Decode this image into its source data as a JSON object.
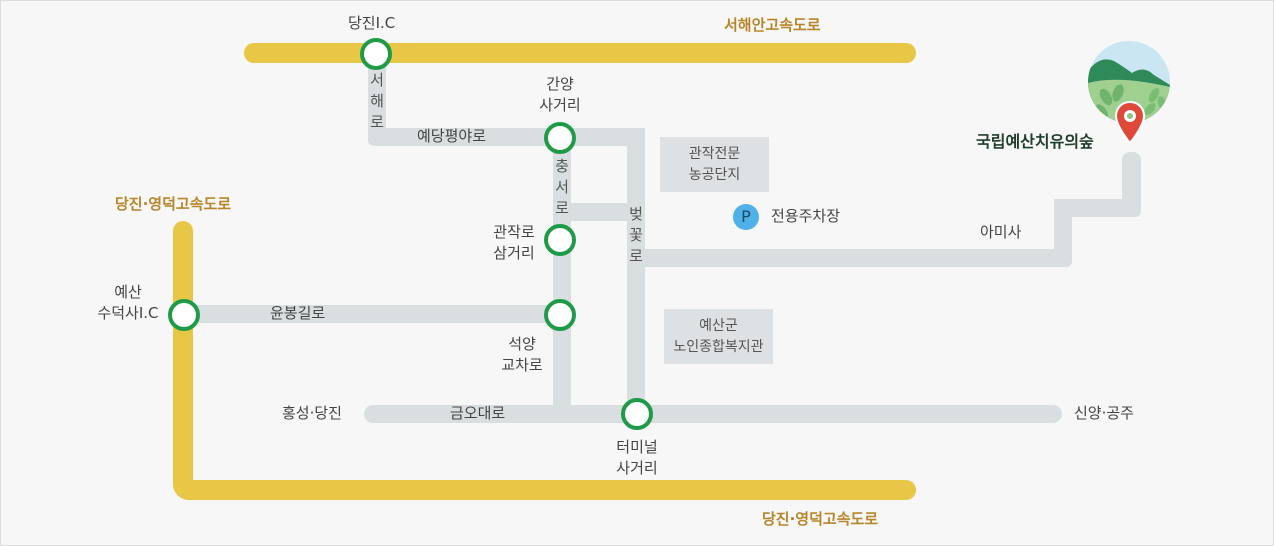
{
  "map": {
    "colors": {
      "background": "#f7f7f7",
      "road": "#d9dee1",
      "highway": "#e8c646",
      "highway_label": "#b8862a",
      "node_ring": "#1f9b47",
      "parking": "#4fb1e8",
      "marker": "#e0483a"
    },
    "highways": {
      "seohaean": "서해안고속도로",
      "dangjin_yeongdeok_top": "당진·영덕고속도로",
      "dangjin_yeongdeok_bottom": "당진·영덕고속도로"
    },
    "interchanges": {
      "dangjin_ic": "당진I.C",
      "suduksa_ic_line1": "예산",
      "suduksa_ic_line2": "수덕사I.C"
    },
    "intersections": {
      "ganyang_line1": "간양",
      "ganyang_line2": "사거리",
      "gwanjak_line1": "관작로",
      "gwanjak_line2": "삼거리",
      "seokyang_line1": "석양",
      "seokyang_line2": "교차로",
      "terminal_line1": "터미널",
      "terminal_line2": "사거리"
    },
    "roads": {
      "seohae": "서해로",
      "yedang": "예당평야로",
      "chungseo": "충서로",
      "beotkkot": "벚꽃로",
      "yunbong": "윤봉길로",
      "geumo": "금오대로",
      "amisa": "아미사"
    },
    "directions": {
      "west": "홍성·당진",
      "east": "신양·공주"
    },
    "landmarks": {
      "farm_line1": "관작전문",
      "farm_line2": "농공단지",
      "welfare_line1": "예산군",
      "welfare_line2": "노인종합복지관",
      "parking_icon": "P",
      "parking_label": "전용주차장"
    },
    "destination": {
      "name": "국립예산치유의숲",
      "icon": "location-pin-icon"
    }
  }
}
